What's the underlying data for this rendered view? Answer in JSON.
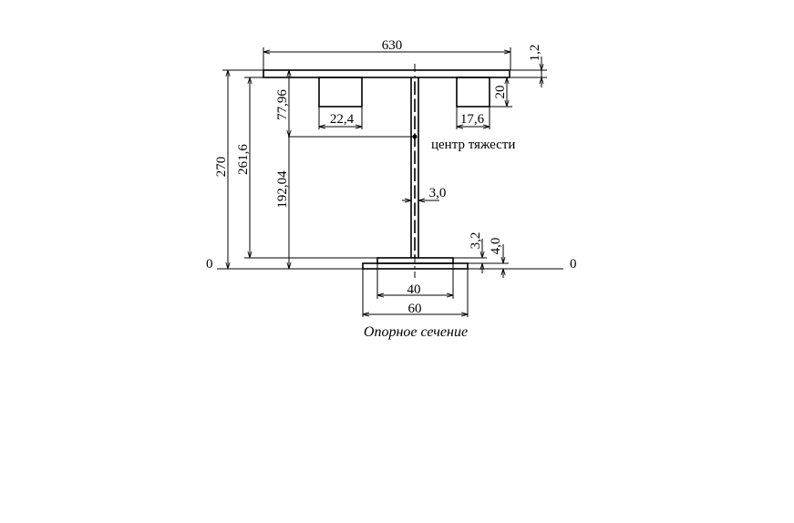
{
  "drawing": {
    "dimensions": {
      "flange_width": "630",
      "flange_thickness": "1,2",
      "total_height": "270",
      "web_height": "261,6",
      "upper_offset": "77,96",
      "lower_offset": "192,04",
      "stiffener_left_width": "22,4",
      "stiffener_right_width": "17,6",
      "stiffener_height": "20",
      "web_thickness": "3,0",
      "lower_plate_thickness": "3,2",
      "base_plate_thickness": "4,0",
      "lower_plate_width": "40",
      "base_plate_width": "60"
    },
    "labels": {
      "center_of_gravity": "центр тяжести",
      "axis_left": "0",
      "axis_right": "0",
      "caption": "Опорное сечение"
    }
  }
}
